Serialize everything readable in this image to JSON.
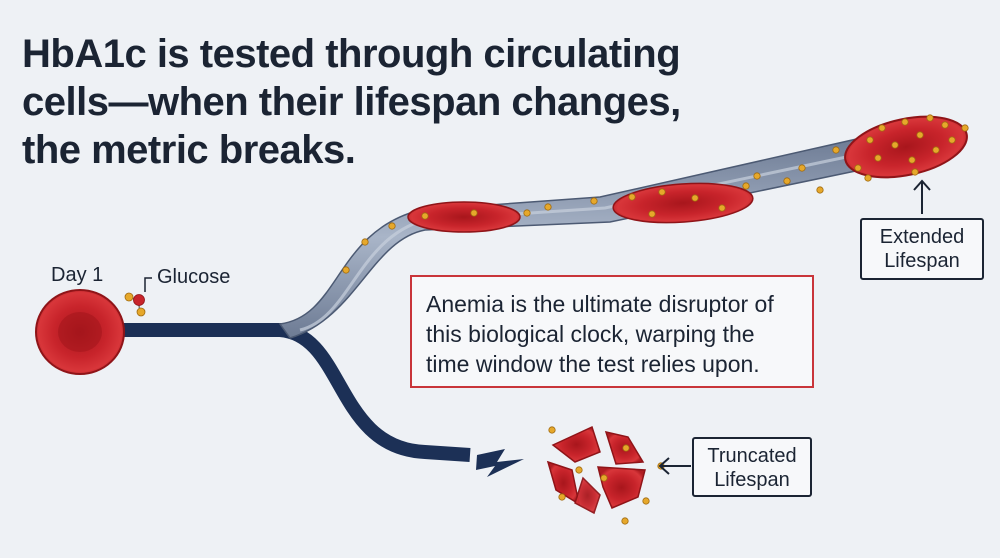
{
  "title": {
    "line1": "HbA1c is tested through circulating",
    "line2": "cells—when their lifespan changes,",
    "line3": "the metric breaks."
  },
  "labels": {
    "day": "Day 1",
    "glucose": "Glucose"
  },
  "callout": {
    "text": "Anemia is the ultimate disruptor of this biological clock, warping the time window the test relies upon."
  },
  "extended": {
    "line1": "Extended",
    "line2": "Lifespan"
  },
  "truncated": {
    "line1": "Truncated",
    "line2": "Lifespan"
  },
  "colors": {
    "cell": "#c8242b",
    "cell_dark": "#8f1418",
    "glucose_dot": "#e6a82b",
    "vessel_navy": "#1c3056",
    "vessel_gray": "#8e9cb3",
    "callout_border": "#c9353a",
    "text": "#1b2433"
  },
  "icons": [
    "red-blood-cell",
    "glucose-molecule",
    "broken-cell",
    "arrow-up",
    "arrow-left"
  ]
}
